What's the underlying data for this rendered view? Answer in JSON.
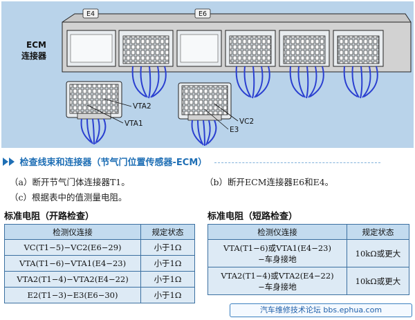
{
  "diagram": {
    "tag_e4": "E4",
    "tag_e6": "E6",
    "ecm_label_1": "ECM",
    "ecm_label_2": "连接器",
    "label_vta2": "VTA2",
    "label_vta1": "VTA1",
    "label_vc2": "VC2",
    "label_e3": "E3"
  },
  "section": {
    "title": "检查线束和连接器（节气门位置传感器-ECM）"
  },
  "steps": [
    "（a）断开节气门体连接器T1。",
    "（b）断开ECM连接器E6和E4。",
    "（c）根据表中的值测量电阻。"
  ],
  "open_table": {
    "heading": "标准电阻（开路检查）",
    "col_tester": "检测仪连接",
    "col_spec": "规定状态",
    "rows": [
      {
        "conn": "VC(T1−5)−VC2(E6−29)",
        "spec": "小于1Ω"
      },
      {
        "conn": "VTA(T1−6)−VTA1(E4−23)",
        "spec": "小于1Ω"
      },
      {
        "conn": "VTA2(T1−4)−VTA2(E4−22)",
        "spec": "小于1Ω"
      },
      {
        "conn": "E2(T1−3)−E3(E6−30)",
        "spec": "小于1Ω"
      }
    ]
  },
  "short_table": {
    "heading": "标准电阻（短路检查）",
    "col_tester": "检测仪连接",
    "col_spec": "规定状态",
    "rows": [
      {
        "conn1": "VTA(T1−6)或VTA1(E4−23)",
        "conn2": "−车身接地",
        "spec": "10kΩ或更大"
      },
      {
        "conn1": "VTA2(T1−4)或VTA2(E4−22)",
        "conn2": "−车身接地",
        "spec": "10kΩ或更大"
      }
    ]
  },
  "footer": {
    "text": "汽车维修技术论坛 bbs.ephua.com"
  },
  "colors": {
    "accent": "#1f6fb5",
    "table_fill": "#ddeaf5",
    "wire": "#2a3fd0"
  }
}
